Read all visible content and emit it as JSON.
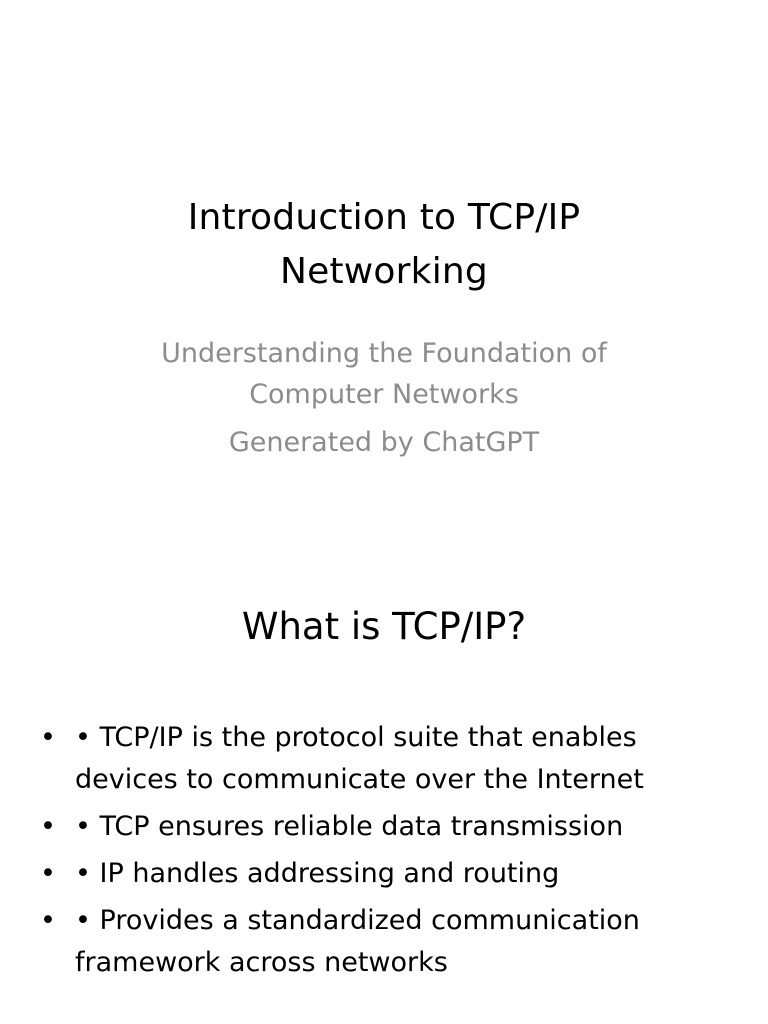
{
  "slide1": {
    "title_lines": [
      "Introduction to TCP/IP",
      "Networking"
    ],
    "subtitle_lines": [
      "Understanding the Foundation of",
      "Computer Networks"
    ],
    "generated_by": "Generated by ChatGPT",
    "subtitle_color": "#8c8c8c"
  },
  "slide2": {
    "title": "What is TCP/IP?",
    "bullet_marker": "•",
    "bullets": [
      {
        "text_lines": [
          "• TCP/IP is the protocol suite that enables",
          "devices to communicate over the Internet"
        ]
      },
      {
        "text_lines": [
          "• TCP ensures reliable data transmission"
        ]
      },
      {
        "text_lines": [
          "• IP handles addressing and routing"
        ]
      },
      {
        "text_lines": [
          "• Provides a standardized communication",
          "framework across networks"
        ]
      }
    ]
  }
}
